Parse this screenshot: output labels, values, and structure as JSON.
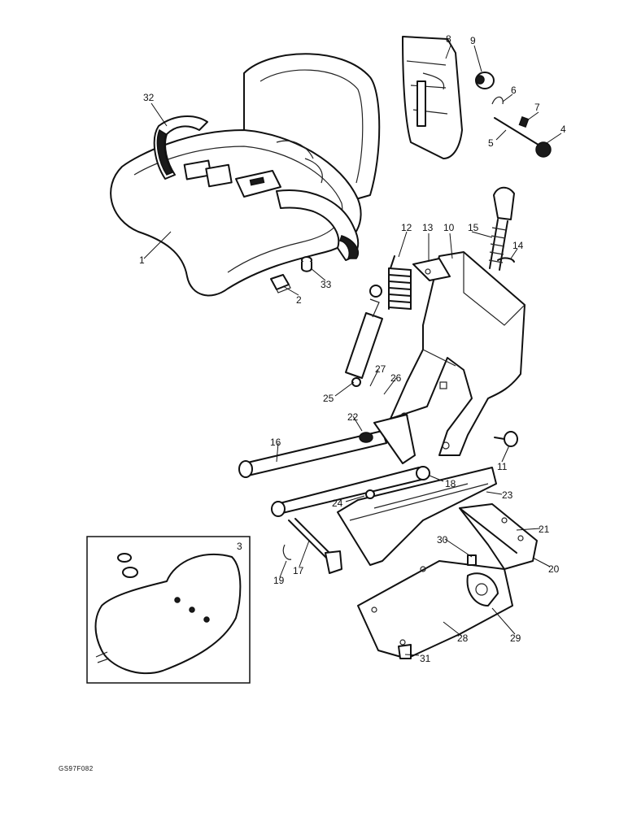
{
  "figure_ref": "GS97F082",
  "callouts": [
    "1",
    "2",
    "3",
    "4",
    "5",
    "6",
    "7",
    "8",
    "9",
    "10",
    "11",
    "12",
    "13",
    "14",
    "15",
    "16",
    "17",
    "18",
    "19",
    "20",
    "21",
    "22",
    "23",
    "24",
    "25",
    "26",
    "27",
    "28",
    "29",
    "30",
    "31",
    "32",
    "33"
  ]
}
